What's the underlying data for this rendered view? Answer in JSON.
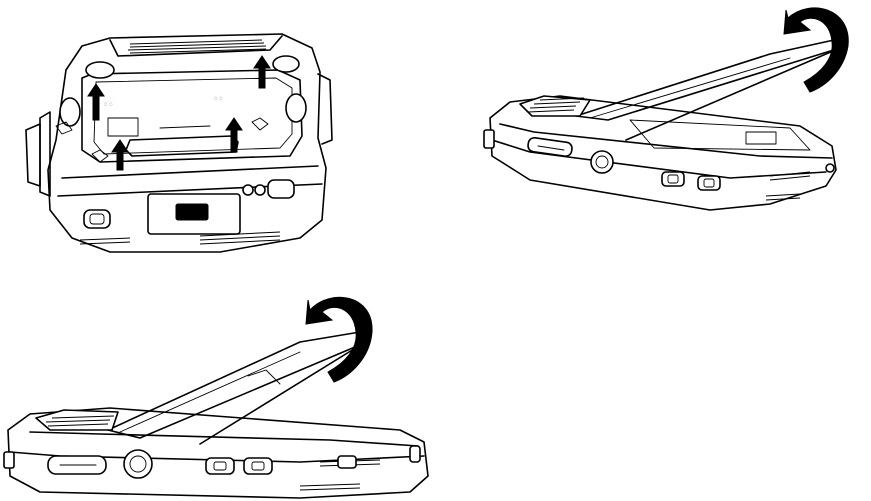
{
  "figure": {
    "panels": [
      {
        "id": "top-left",
        "depicts": "device-back-with-up-arrows"
      },
      {
        "id": "top-right",
        "depicts": "device-side-cover-lifting"
      },
      {
        "id": "bottom-left",
        "depicts": "device-side-cover-lifting"
      }
    ],
    "icons": [
      "up-arrow-icon",
      "curved-rotate-arrow-icon"
    ],
    "colors": {
      "line": "#000000",
      "background": "#ffffff"
    }
  }
}
